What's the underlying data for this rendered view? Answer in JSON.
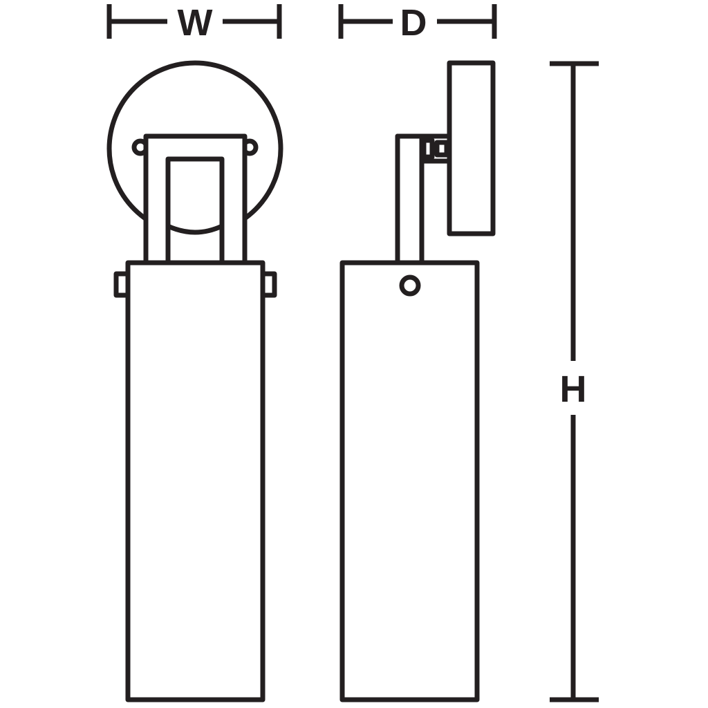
{
  "dimensions": {
    "width_label": "W",
    "depth_label": "D",
    "height_label": "H"
  },
  "colors": {
    "line": "#231f20",
    "background": "#ffffff"
  }
}
